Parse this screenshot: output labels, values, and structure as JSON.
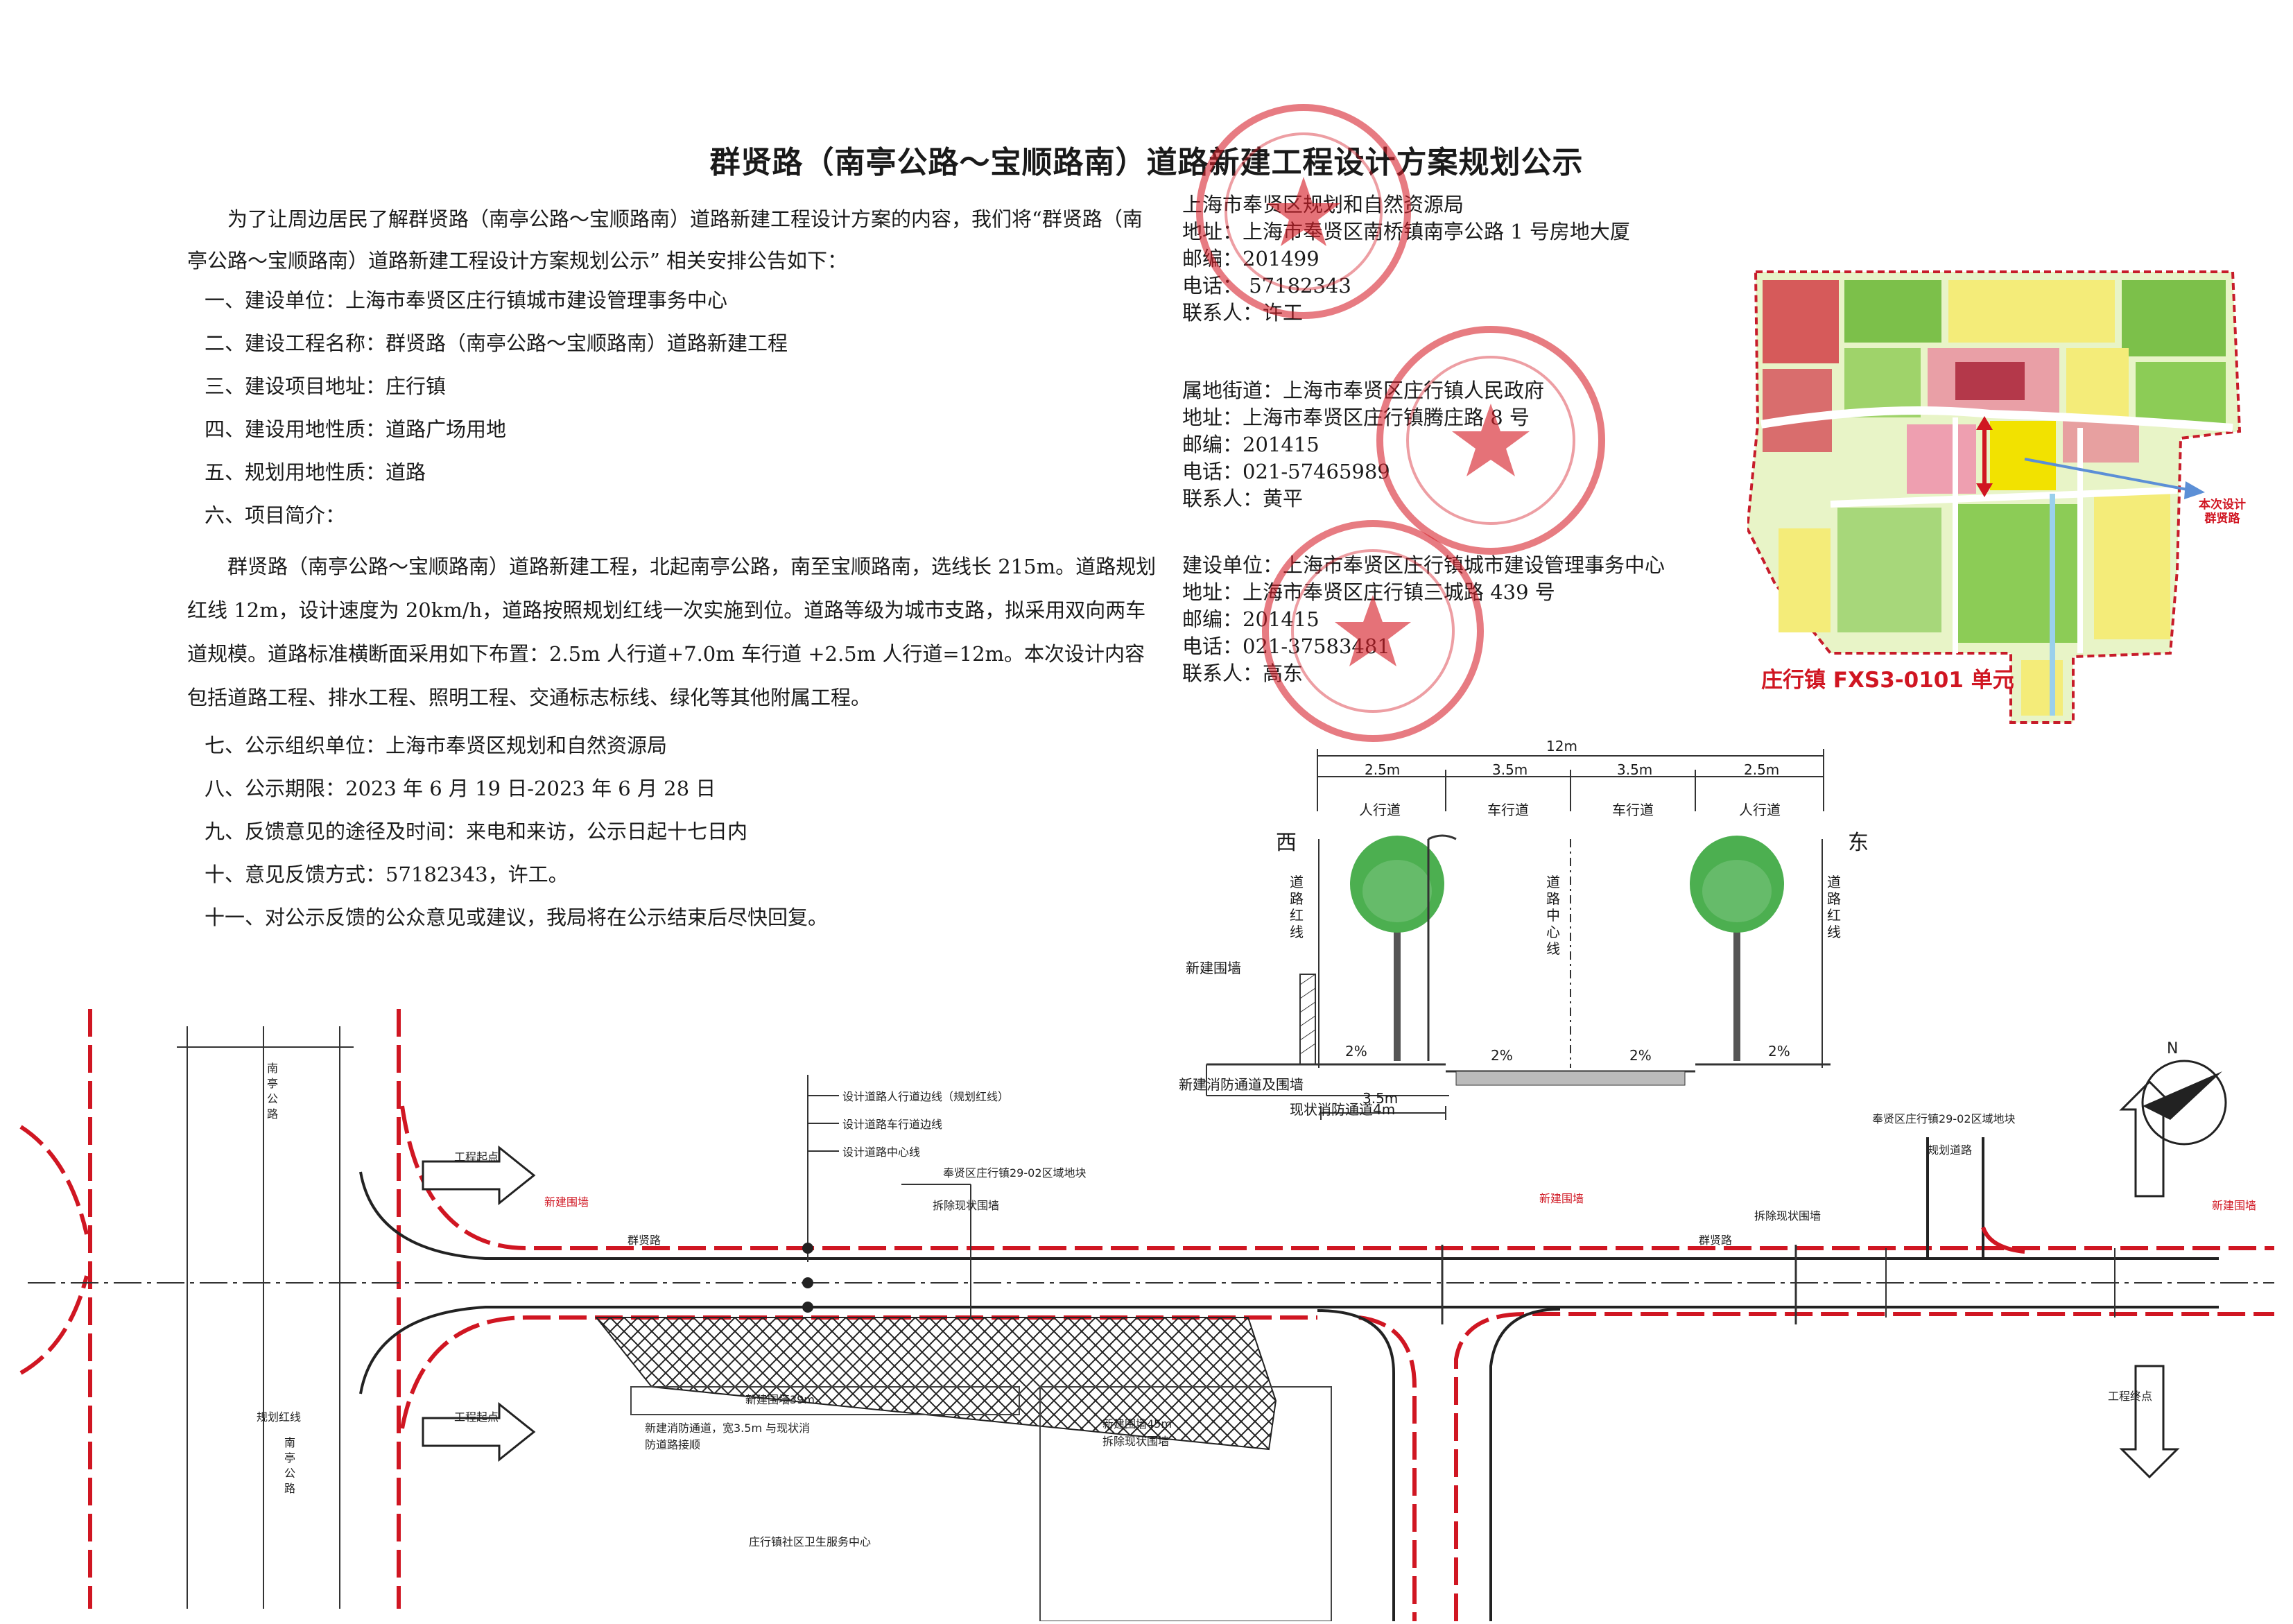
{
  "title": "群贤路（南亭公路～宝顺路南）道路新建工程设计方案规划公示",
  "intro": "为了让周边居民了解群贤路（南亭公路～宝顺路南）道路新建工程设计方案的内容，我们将“群贤路（南亭公路～宝顺路南）道路新建工程设计方案规划公示” 相关安排公告如下：",
  "items": [
    "一、建设单位：上海市奉贤区庄行镇城市建设管理事务中心",
    "二、建设工程名称：群贤路（南亭公路～宝顺路南）道路新建工程",
    "三、建设项目地址：庄行镇",
    "四、建设用地性质：道路广场用地",
    "五、规划用地性质：道路",
    "六、项目简介："
  ],
  "brief": "群贤路（南亭公路～宝顺路南）道路新建工程，北起南亭公路，南至宝顺路南，选线长 215m。道路规划红线 12m，设计速度为 20km/h，道路按照规划红线一次实施到位。道路等级为城市支路，拟采用双向两车道规模。道路标准横断面采用如下布置：2.5m 人行道+7.0m 车行道 +2.5m 人行道=12m。本次设计内容包括道路工程、排水工程、照明工程、交通标志标线、绿化等其他附属工程。",
  "items2": [
    "七、公示组织单位：上海市奉贤区规划和自然资源局",
    "八、公示期限：2023 年 6 月 19 日-2023 年 6 月 28 日",
    "九、反馈意见的途径及时间：来电和来访，公示日起十七日内",
    "十、意见反馈方式：57182343，许工。",
    "十一、对公示反馈的公众意见或建议，我局将在公示结束后尽快回复。"
  ],
  "contacts": [
    {
      "name": "上海市奉贤区规划和自然资源局",
      "address": "地址：上海市奉贤区南桥镇南亭公路 1 号房地大厦",
      "postcode": "邮编：201499",
      "phone": "电话：  57182343",
      "person": "联系人：许工"
    },
    {
      "name": "属地街道：上海市奉贤区庄行镇人民政府",
      "address": "地址：上海市奉贤区庄行镇腾庄路 8 号",
      "postcode": "邮编：201415",
      "phone": "电话：021-57465989",
      "person": "联系人：黄平"
    },
    {
      "name": "建设单位：上海市奉贤区庄行镇城市建设管理事务中心",
      "address": "地址：上海市奉贤区庄行镇三城路 439 号",
      "postcode": "邮编：201415",
      "phone": "电话：021-37583481",
      "person": "联系人：高东"
    }
  ],
  "map": {
    "label": "庄行镇 FXS3-0101 单元",
    "note": "本次设计群贤路"
  },
  "section": {
    "total": "12m",
    "segments": [
      "2.5m",
      "3.5m",
      "3.5m",
      "2.5m"
    ],
    "lanes": [
      "人行道",
      "车行道",
      "车行道",
      "人行道"
    ],
    "west": "西",
    "east": "东",
    "red_line_left": "道路红线",
    "red_line_right": "道路红线",
    "center_line": "道路中心线",
    "wall": "新建围墙",
    "slopes": [
      "2%",
      "2%",
      "2%",
      "2%"
    ],
    "fire_lane_new": "新建消防通道及围墙",
    "width_35": "3.5m",
    "fire_lane_existing": "现状消防通道4m"
  },
  "plan": {
    "road_name": "群贤路",
    "nanting": "南亭公路",
    "legend": [
      "设计道路人行道边线（规划红线）",
      "设计道路车行道边线",
      "设计道路中心线"
    ],
    "labels": {
      "block_north": "奉贤区庄行镇29-02区域地块",
      "block_north_right": "奉贤区庄行镇29-02区域地块",
      "demolish_wall": "拆除现状围墙",
      "wall_left": "新建围墙",
      "wall_right": "新建围墙",
      "demolish_wall_right": "拆除现状围墙",
      "new_wall_red": "新建围墙",
      "new_wall_39": "新建围墙39m",
      "new_wall_45": "新建围墙45m",
      "fire_channel": "新建消防通道，宽3.5m 与现状消防道路接顺",
      "demolish_wall_b": "拆除现状围墙",
      "town_center": "庄行镇社区卫生服务中心",
      "end_left": "工程起点",
      "end_right": "工程终点",
      "bottom_left": "工程起点",
      "planned_road": "规划道路",
      "planned_road_left": "N",
      "plan_red_line": "规划红线"
    }
  }
}
